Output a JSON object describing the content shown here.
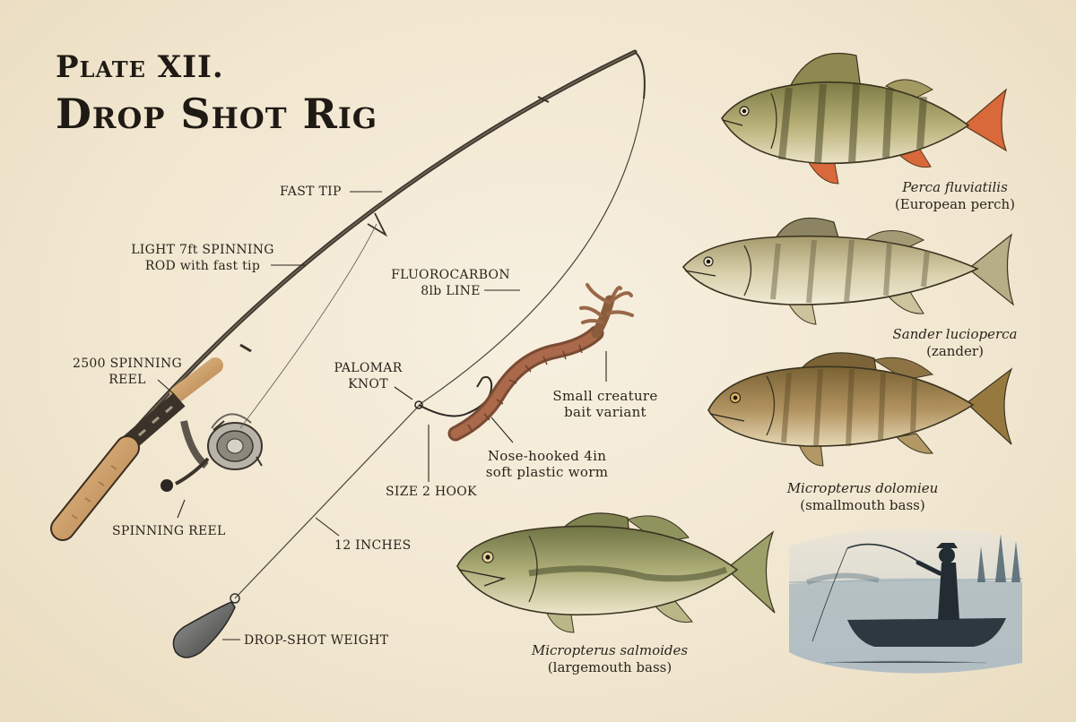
{
  "title": {
    "line1": "Plate XII.",
    "line2": "Drop Shot Rig"
  },
  "labels": {
    "fast_tip": "FAST TIP",
    "rod_line1": "LIGHT 7ft SPINNING",
    "rod_line2": "ROD with fast tip",
    "reel_size_line1": "2500 SPINNING",
    "reel_size_line2": "REEL",
    "line_line1": "FLUOROCARBON",
    "line_line2": "8lb LINE",
    "knot_line1": "PALOMAR",
    "knot_line2": "KNOT",
    "creature_line1": "Small creature",
    "creature_line2": "bait variant",
    "worm_line1": "Nose-hooked 4in",
    "worm_line2": "soft plastic worm",
    "hook": "SIZE 2 HOOK",
    "spinning_reel": "SPINNING REEL",
    "leader": "12 INCHES",
    "weight": "DROP-SHOT WEIGHT"
  },
  "fish": [
    {
      "scientific": "Perca fluviatilis",
      "common": "(European perch)"
    },
    {
      "scientific": "Sander lucioperca",
      "common": "(zander)"
    },
    {
      "scientific": "Micropterus dolomieu",
      "common": "(smallmouth bass)"
    },
    {
      "scientific": "Micropterus salmoides",
      "common": "(largemouth bass)"
    }
  ],
  "colors": {
    "paper": "#f3ead7",
    "ink": "#2a241c",
    "cork": "#c99a62",
    "perch_fin": "#d9683a",
    "zander_body": "#d8d0b0",
    "smallmouth_body": "#a88a55",
    "largemouth_body": "#a7a672",
    "scene_water": "#8ea3b0"
  },
  "icons": [
    "fishing-rod-icon",
    "spinning-reel-icon",
    "hook-icon",
    "worm-icon",
    "creature-bait-icon",
    "sinker-icon",
    "fisherman-boat-scene"
  ]
}
